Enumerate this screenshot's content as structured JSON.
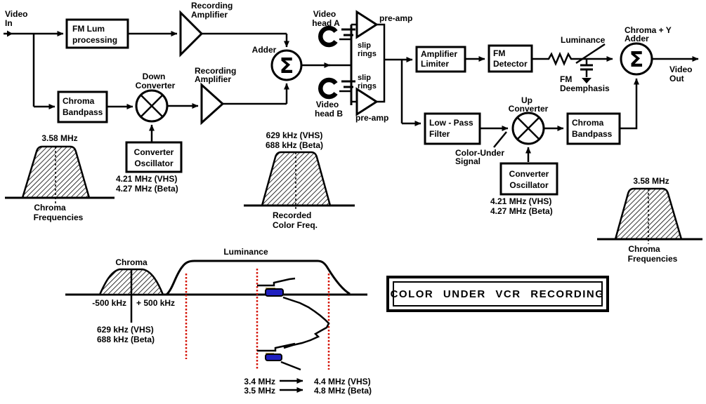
{
  "title": "COLOR UNDER VCR RECORDING",
  "colors": {
    "line": "#000000",
    "background": "#ffffff",
    "marker_red": "#d41000",
    "burst_blue": "#2020c0",
    "burst_khaki": "#b09a50"
  },
  "labels": {
    "video_in": [
      "Video",
      "In"
    ],
    "fm_lum": [
      "FM Lum",
      "processing"
    ],
    "rec_amp_top": [
      "Recording",
      "Amplifier"
    ],
    "rec_amp_bot": [
      "Recording",
      "Amplifier"
    ],
    "chroma_bp_left": [
      "Chroma",
      "Bandpass"
    ],
    "down_converter": [
      "Down",
      "Converter"
    ],
    "conv_osc_left": [
      "Converter",
      "Oscillator"
    ],
    "conv_osc_left_freqs": [
      "4.21 MHz (VHS)",
      "4.27 MHz (Beta)"
    ],
    "adder": "Adder",
    "sigma": "Σ",
    "video_head_a": [
      "Video",
      "head A"
    ],
    "video_head_b": [
      "Video",
      "head B"
    ],
    "preamp_top": "pre-amp",
    "preamp_bot": "pre-amp",
    "slip_rings_top": [
      "slip",
      "rings"
    ],
    "slip_rings_bot": [
      "slip",
      "rings"
    ],
    "amp_limiter": [
      "Amplifier",
      "Limiter"
    ],
    "fm_detector": [
      "FM",
      "Detector"
    ],
    "luminance_pointer": "Luminance",
    "fm_deemphasis": [
      "FM",
      "Deemphasis"
    ],
    "chroma_y_adder": [
      "Chroma + Y",
      "Adder"
    ],
    "video_out": [
      "Video",
      "Out"
    ],
    "low_pass": [
      "Low - Pass",
      "Filter"
    ],
    "up_converter": [
      "Up",
      "Converter"
    ],
    "chroma_bp_right": [
      "Chroma",
      "Bandpass"
    ],
    "color_under": [
      "Color-Under",
      "Signal"
    ],
    "conv_osc_right": [
      "Converter",
      "Oscillator"
    ],
    "conv_osc_right_freqs": [
      "4.21 MHz (VHS)",
      "4.27 MHz (Beta)"
    ]
  },
  "spectra": {
    "left": {
      "peak": "3.58 MHz",
      "caption": [
        "Chroma",
        "Frequencies"
      ]
    },
    "middle": {
      "peak": [
        "629 kHz (VHS)",
        "688 kHz (Beta)"
      ],
      "caption": [
        "Recorded",
        "Color Freq."
      ]
    },
    "right": {
      "peak": "3.58 MHz",
      "caption": [
        "Chroma",
        "Frequencies"
      ]
    }
  },
  "baseband": {
    "chroma": "Chroma",
    "luminance": "Luminance",
    "neg_edge": "-500 kHz",
    "pos_edge": "+ 500 kHz",
    "carrier": [
      "629 kHz (VHS)",
      "688 kHz (Beta)"
    ],
    "dev_vhs_from": "3.4 MHz",
    "dev_vhs_to": "4.4 MHz (VHS)",
    "dev_beta_from": "3.5 MHz",
    "dev_beta_to": "4.8 MHz (Beta)"
  }
}
